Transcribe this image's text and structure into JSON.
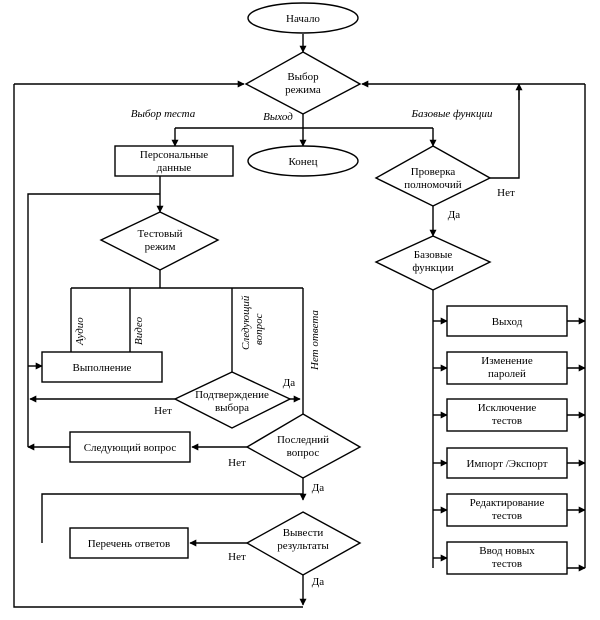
{
  "nodes": {
    "start": "Начало",
    "mode_l1": "Выбор",
    "mode_l2": "режима",
    "end": "Конец",
    "personal_l1": "Персональные",
    "personal_l2": "данные",
    "auth_l1": "Проверка",
    "auth_l2": "полномочий",
    "testmode_l1": "Тестовый",
    "testmode_l2": "режим",
    "basefn_l1": "Базовые",
    "basefn_l2": "функции",
    "execution": "Выполнение",
    "confirm_l1": "Подтверждение",
    "confirm_l2": "выбора",
    "next_question": "Следующий вопрос",
    "last_l1": "Последний",
    "last_l2": "вопрос",
    "answers_list": "Перечень ответов",
    "output_l1": "Вывести",
    "output_l2": "результаты",
    "fn_exit": "Выход",
    "fn_passwords_l1": "Изменение",
    "fn_passwords_l2": "паролей",
    "fn_exclude_l1": "Исключение",
    "fn_exclude_l2": "тестов",
    "fn_import": "Импорт /Экспорт",
    "fn_edit_l1": "Редактирование",
    "fn_edit_l2": "тестов",
    "fn_input_l1": "Ввод новых",
    "fn_input_l2": "тестов"
  },
  "edge_labels": {
    "test_choice": "Выбор теста",
    "exit": "Выход",
    "base_functions": "Базовые функции",
    "no": "Нет",
    "yes": "Да",
    "audio": "Аудио",
    "video": "Видео",
    "next_q_l1": "Следующий",
    "next_q_l2": "вопрос",
    "no_answer": "Нет ответа"
  }
}
